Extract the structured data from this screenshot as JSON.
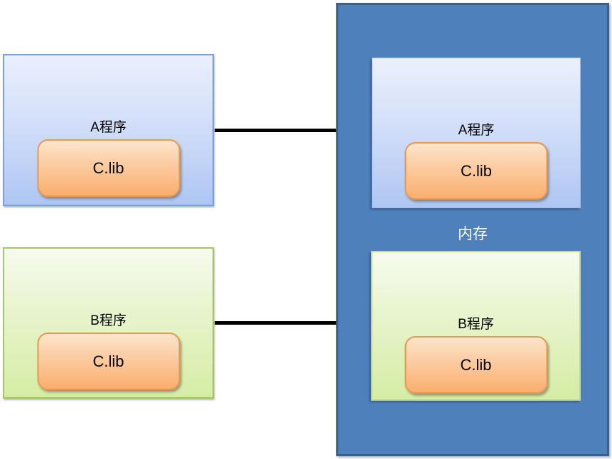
{
  "left_column": {
    "program_a": {
      "label": "A程序",
      "lib": "C.lib"
    },
    "program_b": {
      "label": "B程序",
      "lib": "C.lib"
    }
  },
  "memory": {
    "label": "内存",
    "program_a": {
      "label": "A程序",
      "lib": "C.lib"
    },
    "program_b": {
      "label": "B程序",
      "lib": "C.lib"
    }
  },
  "colors": {
    "memory_fill": "#4E80BC",
    "memory_border": "#38618E",
    "memory_label_text": "#FFFFFF",
    "blue_panel_top": "#EAF0FC",
    "blue_panel_bottom": "#AEC6F2",
    "blue_panel_border": "#7C9FDE",
    "green_panel_top": "#F7FBEF",
    "green_panel_bottom": "#D5EDA4",
    "green_panel_border": "#A3C763",
    "lib_box_top": "#FDE5CC",
    "lib_box_bottom": "#FAAF6E",
    "lib_box_border": "#E9994C",
    "label_text": "#000000",
    "arrow": "#000000",
    "background": "#FFFFFF"
  }
}
